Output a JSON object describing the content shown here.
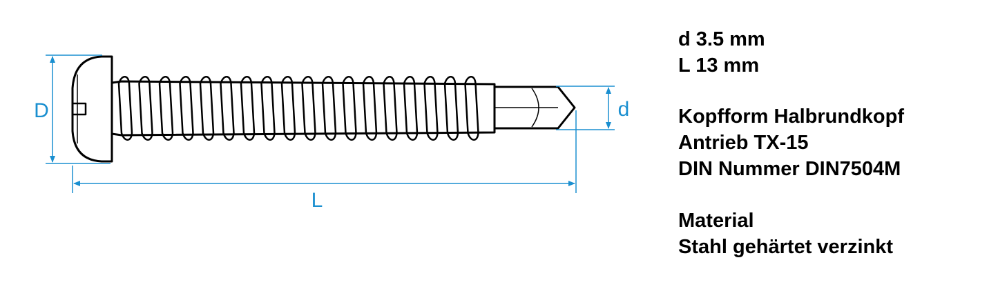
{
  "colors": {
    "dimension": "#1a8fd0",
    "outline": "#000000",
    "background": "#ffffff"
  },
  "diagram": {
    "label_head_diameter": "D",
    "label_thread_diameter": "d",
    "label_length": "L"
  },
  "specs": {
    "dimensions": {
      "diameter": "d 3.5 mm",
      "length": "L 13 mm"
    },
    "details": {
      "head_shape": "Kopfform Halbrundkopf",
      "drive": "Antrieb TX-15",
      "din_number": "DIN Nummer DIN7504M"
    },
    "material": {
      "heading": "Material",
      "value": "Stahl gehärtet verzinkt"
    }
  }
}
